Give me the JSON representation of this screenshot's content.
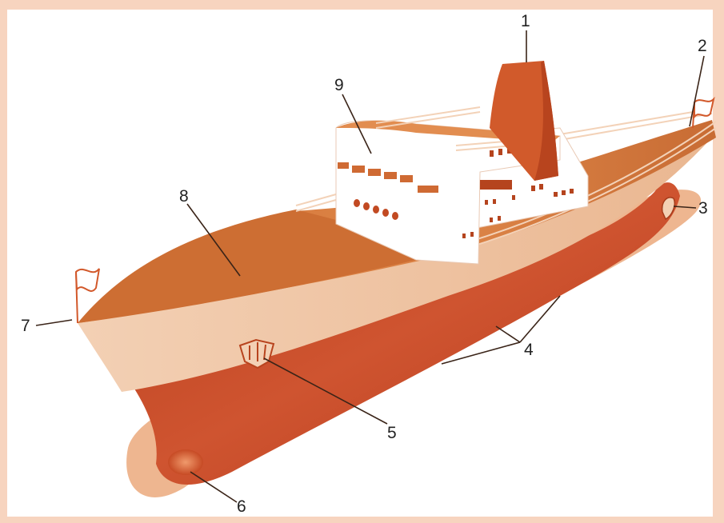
{
  "colors": {
    "border": "#f7d4bf",
    "hull_lower": "#c64a24",
    "hull_band": "#f1c2a0",
    "deck": "#d97a3b",
    "shadow": "#e8a87f",
    "superstructure": "#ffffff",
    "funnel": "#d2582a"
  },
  "callouts": [
    {
      "id": "1",
      "label": "1"
    },
    {
      "id": "2",
      "label": "2"
    },
    {
      "id": "3",
      "label": "3"
    },
    {
      "id": "4",
      "label": "4"
    },
    {
      "id": "5",
      "label": "5"
    },
    {
      "id": "6",
      "label": "6"
    },
    {
      "id": "7",
      "label": "7"
    },
    {
      "id": "8",
      "label": "8"
    },
    {
      "id": "9",
      "label": "9"
    }
  ]
}
